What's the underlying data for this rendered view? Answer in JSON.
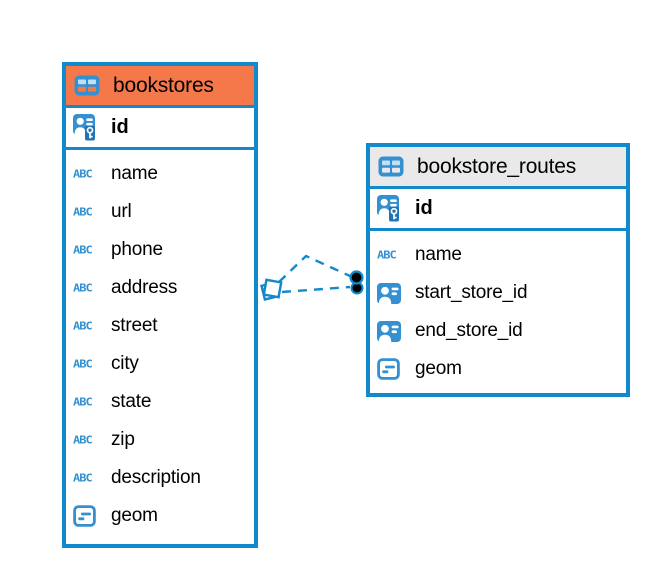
{
  "app": {
    "view_name": "entity-relationship-diagram"
  },
  "colors": {
    "accent_blue": "#1289CA",
    "icon_blue": "#3590D2",
    "icon_blue_dark": "#1E74B6",
    "icon_cell_light": "#BFE0F5",
    "bookstores_header": "#F5784B",
    "bookstore_routes_header": "#E9E9E9",
    "text": "#000000",
    "canvas_bg": "#FFFFFF",
    "relationship_dot": "#000000"
  },
  "icons": {
    "table_icon": "table-grid",
    "pk_icon": "person-key",
    "fk_icon": "person-card",
    "text_icon_glyph": "ABC",
    "geom_icon": "geometry-box"
  },
  "diagram": {
    "tables": [
      {
        "title": "bookstores",
        "header_color": "#F5784B",
        "primary_key": {
          "name": "id",
          "icon": "pk"
        },
        "columns": [
          {
            "name": "name",
            "icon": "text"
          },
          {
            "name": "url",
            "icon": "text"
          },
          {
            "name": "phone",
            "icon": "text"
          },
          {
            "name": "address",
            "icon": "text"
          },
          {
            "name": "street",
            "icon": "text"
          },
          {
            "name": "city",
            "icon": "text"
          },
          {
            "name": "state",
            "icon": "text"
          },
          {
            "name": "zip",
            "icon": "text"
          },
          {
            "name": "description",
            "icon": "text"
          },
          {
            "name": "geom",
            "icon": "geom"
          }
        ]
      },
      {
        "title": "bookstore_routes",
        "header_color": "#E9E9E9",
        "primary_key": {
          "name": "id",
          "icon": "pk"
        },
        "columns": [
          {
            "name": "name",
            "icon": "text"
          },
          {
            "name": "start_store_id",
            "icon": "fk"
          },
          {
            "name": "end_store_id",
            "icon": "fk"
          },
          {
            "name": "geom",
            "icon": "geom"
          }
        ]
      }
    ],
    "relationships": [
      {
        "from_table": "bookstore_routes",
        "to_table": "bookstores",
        "style": "dashed"
      },
      {
        "from_table": "bookstore_routes",
        "to_table": "bookstores",
        "style": "dashed"
      }
    ]
  }
}
